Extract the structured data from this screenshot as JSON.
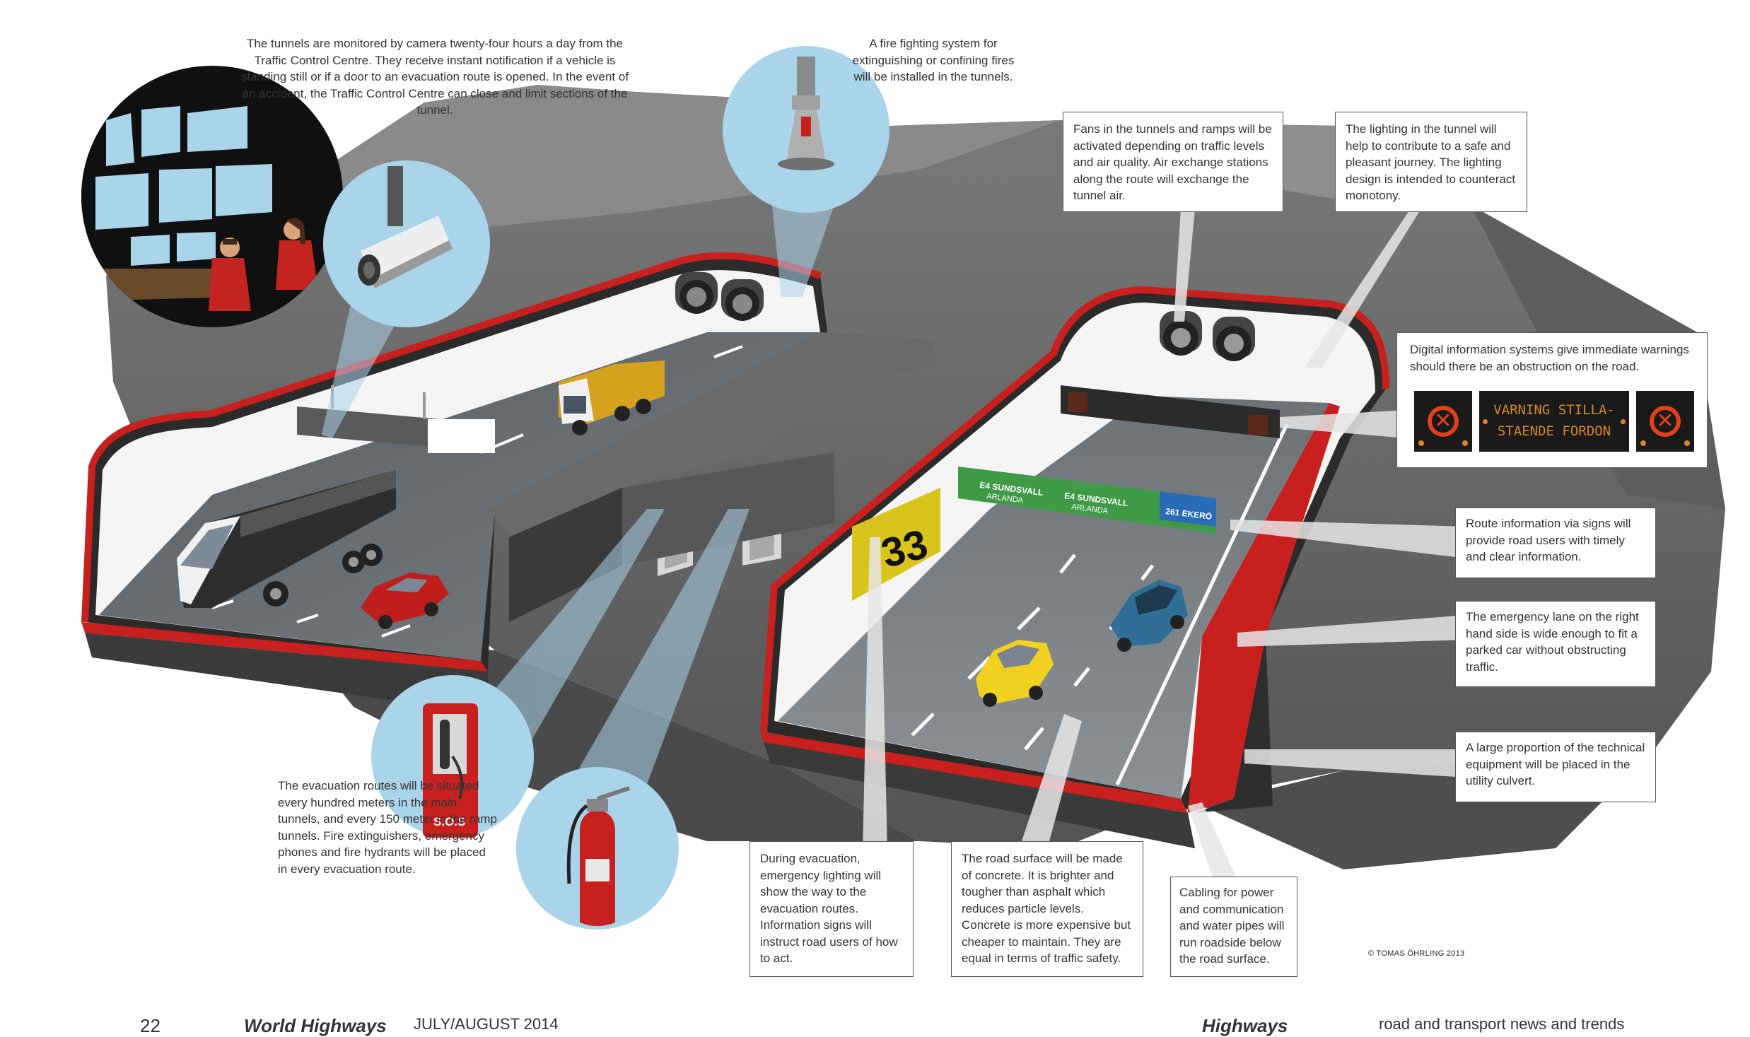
{
  "notes": {
    "camera": "The tunnels are monitored by camera twenty-four hours a day from the Traffic Control Centre. They receive instant notification if a vehicle is standing still or if a door to an evacuation route is opened. In the event of an accident, the Traffic Control Centre can close and limit sections of the tunnel.",
    "fire_system": "A fire fighting system for extinguishing or confining fires will be installed in the tunnels.",
    "fans": "Fans in the tunnels and ramps will be activated depending on traffic levels and air quality. Air exchange stations along the route will exchange the tunnel air.",
    "lighting": "The lighting in the tunnel will help to contribute to a safe and pleasant journey. The lighting design is intended to counteract monotony.",
    "digital_info": "Digital information systems give immediate warnings should there be an obstruction on the road.",
    "route_info": "Route information via signs will provide road users with timely and clear information.",
    "emergency_lane": "The emergency lane on the right hand side is wide enough to fit a parked car without obstructing traffic.",
    "utility": "A large proportion of the technical equipment will be placed in the utility culvert.",
    "evacuation": "The evacuation routes will be situated every hundred meters in the main tunnels, and every 150 meter in the ramp tunnels. Fire extinguishers, emergency phones and fire hydrants will be placed in every evacuation route.",
    "evac_lighting": "During evacuation, emergency lighting will show the way to the evacuation routes. Information signs will instruct road users of how to act.",
    "road_surface": "The road surface will be made of concrete. It is brighter and tougher than asphalt which reduces particle levels. Concrete is more expensive but cheaper to maintain. They are equal in terms of traffic safety.",
    "cabling": "Cabling for power and communication and water pipes will run roadside below the road surface."
  },
  "warning_sign": {
    "line1": "VARNING STILLA-",
    "line2": "STAENDE FORDON"
  },
  "route_sign": {
    "panel1_route": "E4",
    "panel1_dest": "SUNDSVALL",
    "panel1_sub": "ARLANDA",
    "panel2_route": "E4",
    "panel2_dest": "SUNDSVALL",
    "panel2_sub": "ARLANDA",
    "panel3_route": "261",
    "panel3_dest": "EKERÖ"
  },
  "exit_number": "33",
  "sos_label": "S.O.S",
  "credit": "© TOMAS ÖHRLING 2013",
  "footer": {
    "page": "22",
    "magazine": "World Highways",
    "date": "JULY/AUGUST 2014",
    "right_bold": "Highways",
    "right_text": "road and transport news and trends"
  },
  "colors": {
    "tunnel_red": "#c8201e",
    "concrete": "#6f6f6f",
    "bubble_blue": "#a9d4ea",
    "sign_green": "#3f9a48",
    "exit_yellow": "#d9c41c",
    "warning_amber": "#d8862a",
    "warning_red": "#e0401c"
  }
}
